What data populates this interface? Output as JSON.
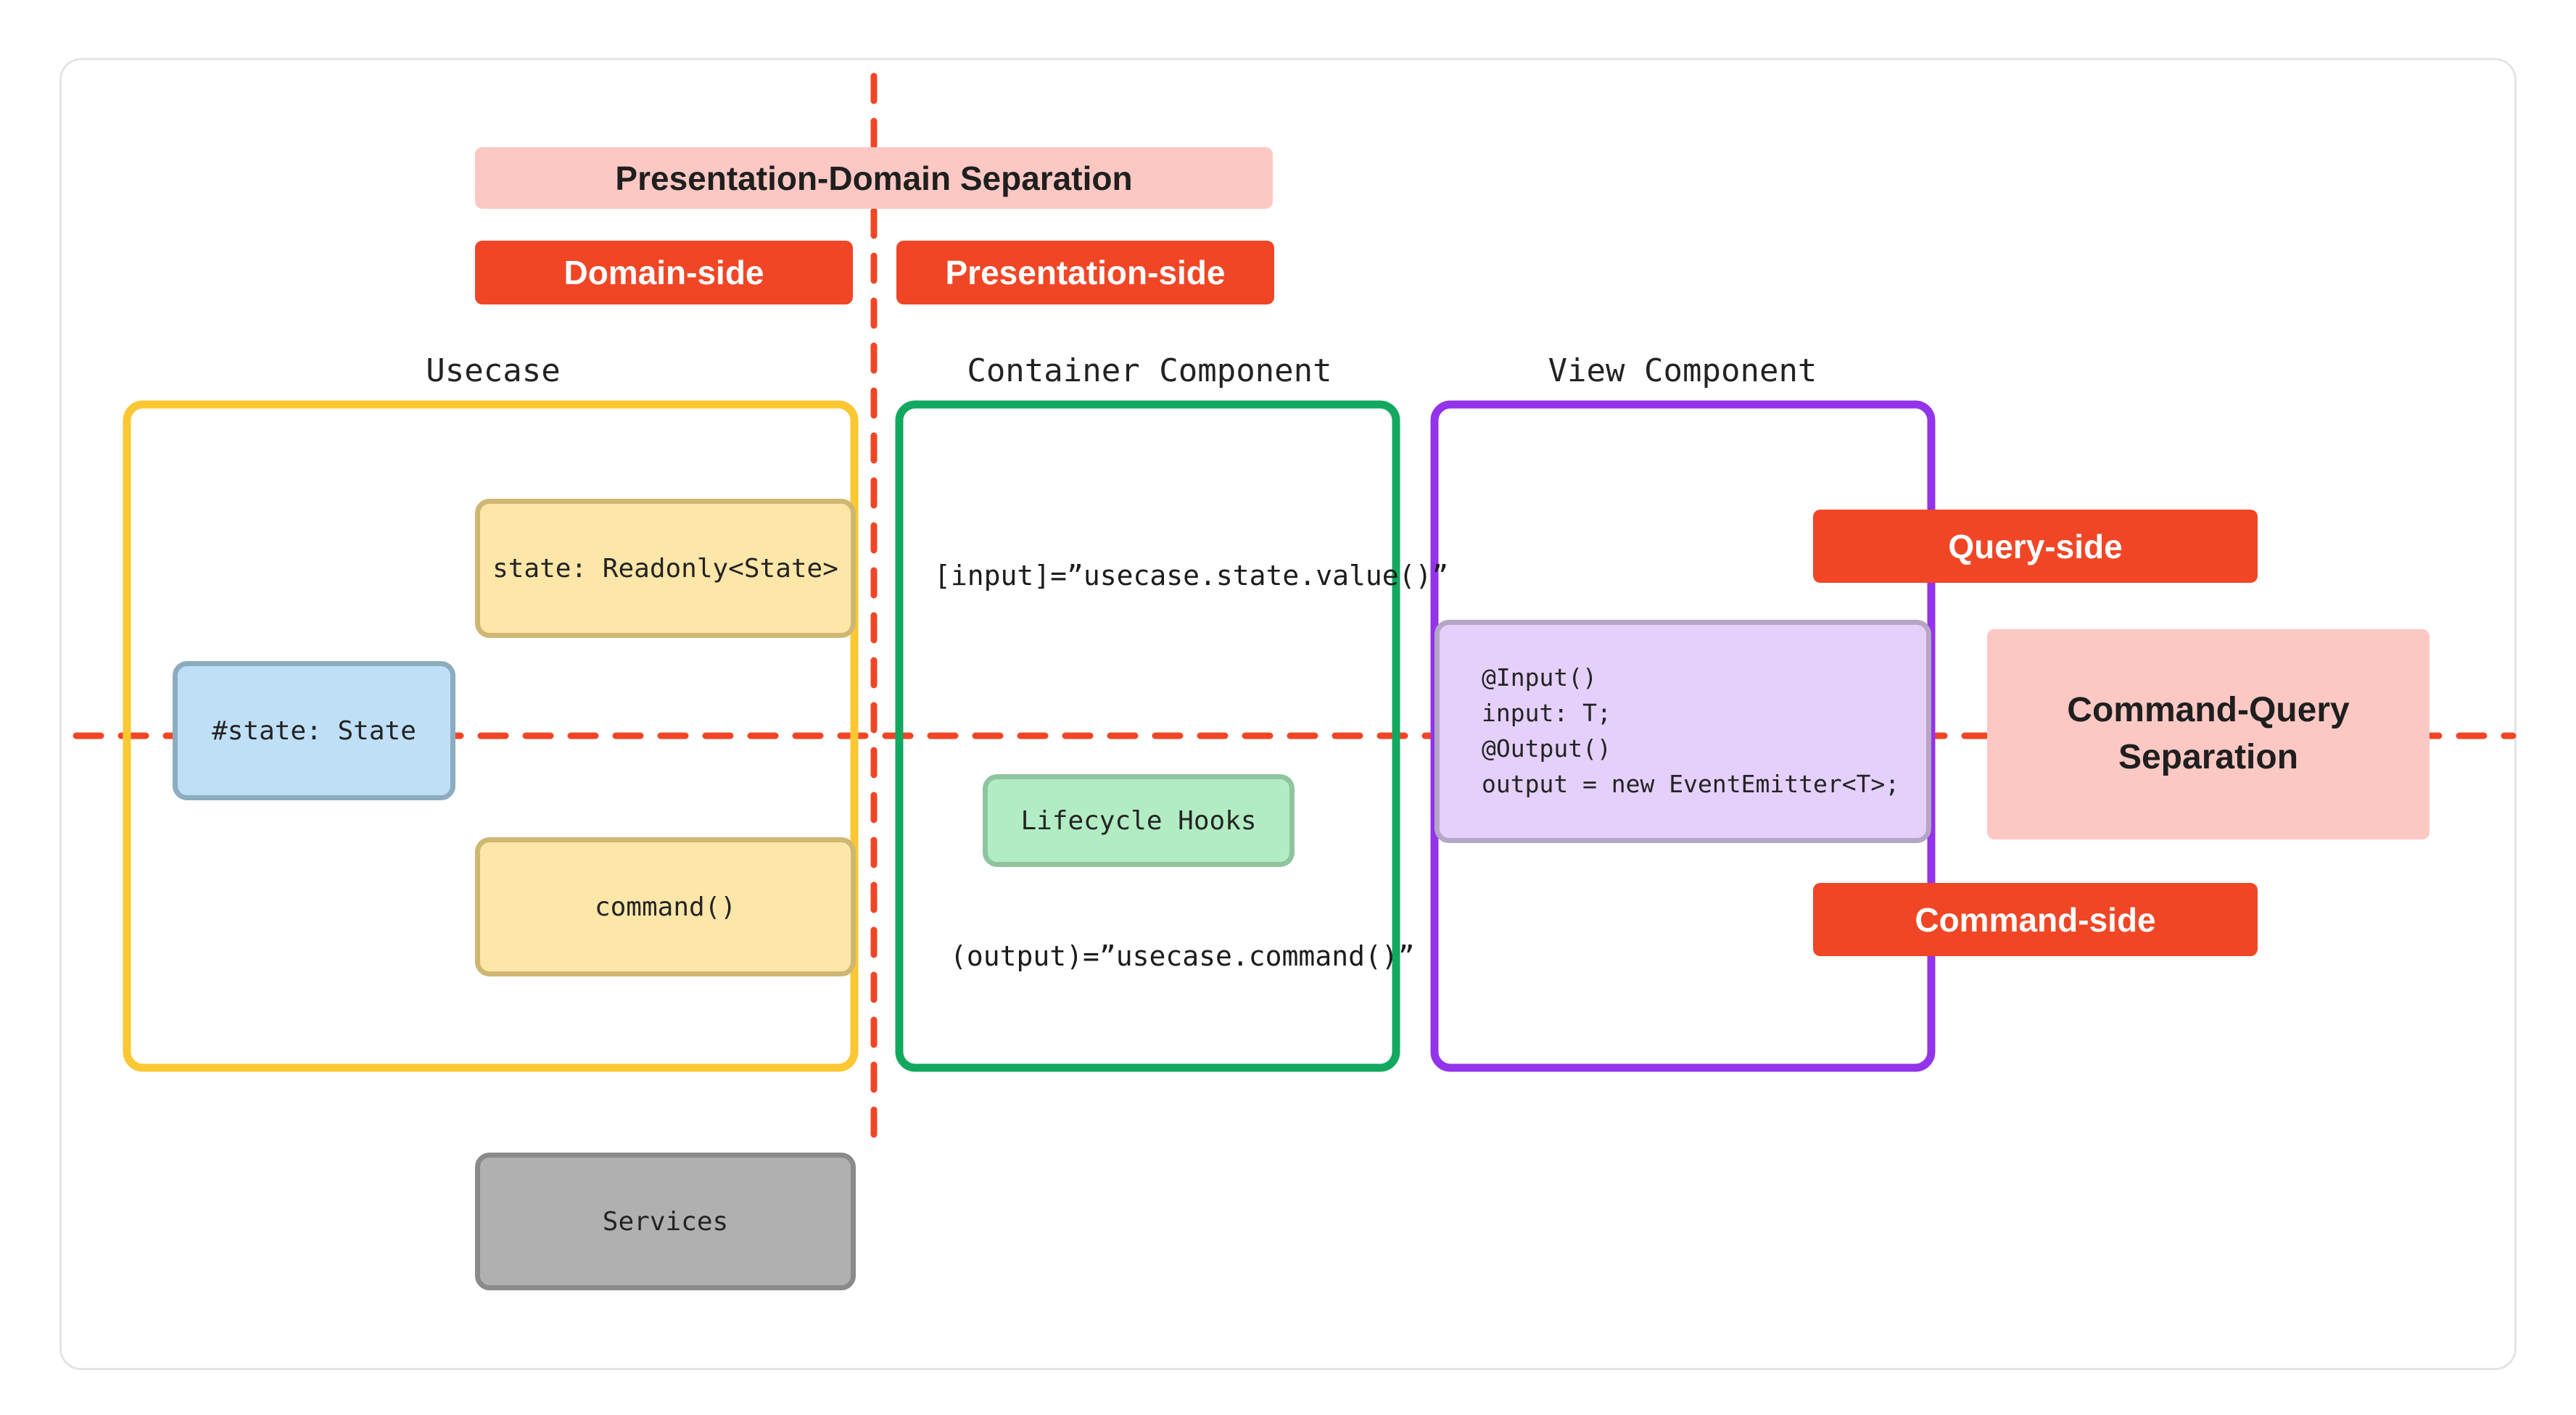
{
  "diagram": {
    "separators": {
      "vertical_label": "Presentation-Domain Separation",
      "horizontal_label": "Command-Query Separation"
    },
    "side_badges": {
      "domain": "Domain-side",
      "presentation": "Presentation-side",
      "query": "Query-side",
      "command": "Command-side"
    },
    "columns": [
      {
        "title": "Usecase",
        "border_color": "#fbc833"
      },
      {
        "title": "Container Component",
        "border_color": "#12a85f"
      },
      {
        "title": "View Component",
        "border_color": "#9333ea"
      }
    ],
    "nodes": {
      "state_readonly": "state: Readonly<State>",
      "state_private": "#state: State",
      "command": "command()",
      "services": "Services",
      "lifecycle_hooks": "Lifecycle Hooks",
      "view_code": "@Input()\ninput: T;\n@Output()\noutput = new EventEmitter<T>;"
    },
    "edge_labels": {
      "input_binding": "[input]=”usecase.state.value()”",
      "output_binding": "(output)=”usecase.command()”"
    },
    "colors": {
      "accent_red": "#f04626",
      "pink": "#fcc8c3",
      "yellow_border": "#fbc833",
      "green_border": "#12a85f",
      "purple_border": "#9333ea",
      "arrow_gray": "#6e6e6e",
      "yellow_fill": "#fce6a8",
      "blue_fill": "#bfdff7",
      "green_fill": "#b2ecc4",
      "purple_fill": "#e4d0fa",
      "gray_fill": "#b0b0b0"
    }
  }
}
